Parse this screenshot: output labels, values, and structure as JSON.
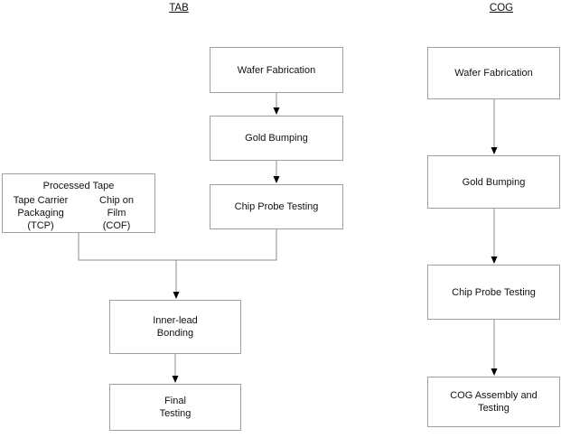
{
  "colors": {
    "box_border": "#a0a0a0",
    "connector_line": "#8c8c8c",
    "arrowhead": "#000000",
    "text": "#111111"
  },
  "tab": {
    "heading": "TAB",
    "nodes": {
      "wafer_fabrication": "Wafer Fabrication",
      "gold_bumping": "Gold Bumping",
      "chip_probe_testing": "Chip Probe Testing",
      "inner_lead_bonding": "Inner-lead\nBonding",
      "final_testing": "Final\nTesting"
    },
    "processed_tape": {
      "title": "Processed Tape",
      "option_left": "Tape Carrier\nPackaging\n(TCP)",
      "option_right": "Chip on\nFilm\n(COF)"
    }
  },
  "cog": {
    "heading": "COG",
    "nodes": {
      "wafer_fabrication": "Wafer Fabrication",
      "gold_bumping": "Gold Bumping",
      "chip_probe_testing": "Chip Probe Testing",
      "cog_assembly_and_testing": "COG Assembly and\nTesting"
    }
  }
}
